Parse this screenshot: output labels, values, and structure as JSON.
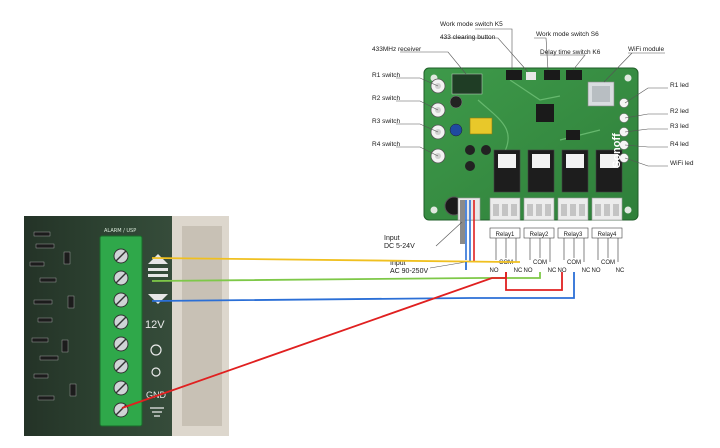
{
  "callouts": {
    "work_mode_k5": "Work mode switch K5",
    "clearing_button": "433 clearing button",
    "work_mode_s6": "Work mode switch S6",
    "delay_k6": "Delay time switch K6",
    "receiver_433": "433MHz receiver",
    "wifi_module": "WiFi module"
  },
  "left_labels": [
    "R1 switch",
    "R2 switch",
    "R3 switch",
    "R4 switch"
  ],
  "right_labels": [
    "R1 led",
    "R2 led",
    "R3 led",
    "R4 led",
    "WiFi led"
  ],
  "input_dc": {
    "line1": "Input",
    "line2": "DC 5-24V"
  },
  "input_ac": {
    "line1": "Input",
    "line2": "AC 90-250V"
  },
  "relays": [
    {
      "name": "Relay1",
      "com": "COM",
      "no": "NO",
      "nc": "NC"
    },
    {
      "name": "Relay2",
      "com": "COM",
      "no": "NO",
      "nc": "NC"
    },
    {
      "name": "Relay3",
      "com": "COM",
      "no": "NO",
      "nc": "NC"
    },
    {
      "name": "Relay4",
      "com": "COM",
      "no": "NO",
      "nc": "NC"
    }
  ],
  "alarm_panel": {
    "header": "ALARM / USP",
    "voltage": "12V",
    "ground": "GND"
  },
  "board_brand": "Sonoff",
  "wire_colors": {
    "yellow": "#f0c020",
    "green": "#7ec848",
    "blue": "#2b6fd6",
    "red": "#e02020"
  }
}
